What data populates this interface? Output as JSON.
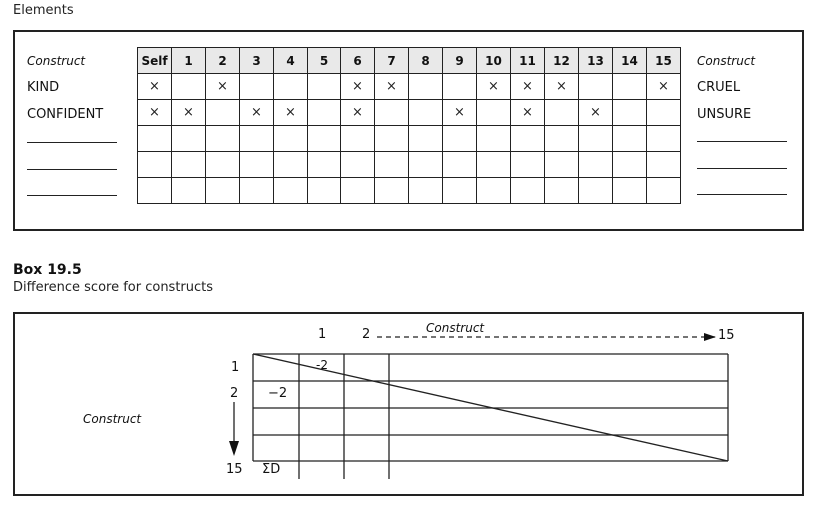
{
  "top_caption": "Elements",
  "repertory_grid": {
    "left_header": "Construct",
    "right_header": "Construct",
    "columns": [
      "Self",
      "1",
      "2",
      "3",
      "4",
      "5",
      "6",
      "7",
      "8",
      "9",
      "10",
      "11",
      "12",
      "13",
      "14",
      "15"
    ],
    "rows": [
      {
        "left": "KIND",
        "right": "CRUEL",
        "cells": [
          "×",
          "",
          "×",
          "",
          "",
          "",
          "×",
          "×",
          "",
          "",
          "×",
          "×",
          "×",
          "",
          "",
          "×"
        ]
      },
      {
        "left": "CONFIDENT",
        "right": "UNSURE",
        "cells": [
          "×",
          "×",
          "",
          "×",
          "×",
          "",
          "×",
          "",
          "",
          "×",
          "",
          "×",
          "",
          "×",
          "",
          ""
        ]
      },
      {
        "left": "",
        "right": "",
        "cells": [
          "",
          "",
          "",
          "",
          "",
          "",
          "",
          "",
          "",
          "",
          "",
          "",
          "",
          "",
          "",
          ""
        ]
      },
      {
        "left": "",
        "right": "",
        "cells": [
          "",
          "",
          "",
          "",
          "",
          "",
          "",
          "",
          "",
          "",
          "",
          "",
          "",
          "",
          "",
          ""
        ]
      },
      {
        "left": "",
        "right": "",
        "cells": [
          "",
          "",
          "",
          "",
          "",
          "",
          "",
          "",
          "",
          "",
          "",
          "",
          "",
          "",
          "",
          ""
        ]
      }
    ]
  },
  "box2": {
    "title": "Box 19.5",
    "subtitle": "Difference score for constructs",
    "side_label": "Construct",
    "top_axis": {
      "start1": "1",
      "start2": "2",
      "label": "Construct",
      "end": "15"
    },
    "left_axis": {
      "start1": "1",
      "start2": "2",
      "end": "15"
    },
    "cell_above_diagonal": "-2",
    "cell_below_diagonal": "−2",
    "sum_label": "ΣD"
  }
}
